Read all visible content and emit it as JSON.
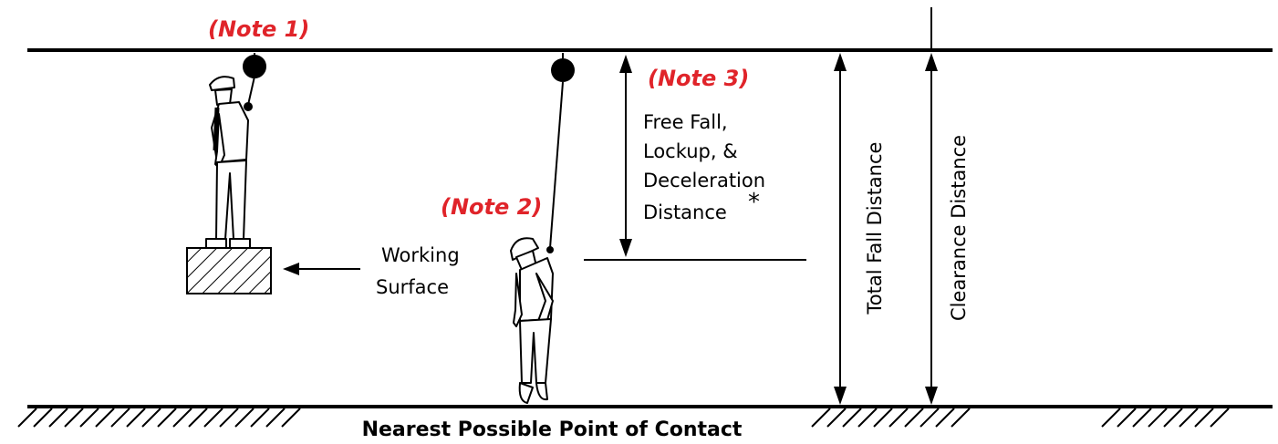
{
  "notes": {
    "note1": "(Note 1)",
    "note2": "(Note 2)",
    "note3": "(Note 3)"
  },
  "labels": {
    "free_fall": [
      "Free Fall,",
      "Lockup, &",
      "Deceleration",
      "Distance"
    ],
    "asterisk": "*",
    "working_surface": [
      "Working",
      "Surface"
    ],
    "total_fall_distance": "Total Fall Distance",
    "clearance_distance": "Clearance Distance",
    "nearest_contact": "Nearest Possible Point of Contact"
  },
  "colors": {
    "note": "#e0242a",
    "ink": "#000000"
  }
}
